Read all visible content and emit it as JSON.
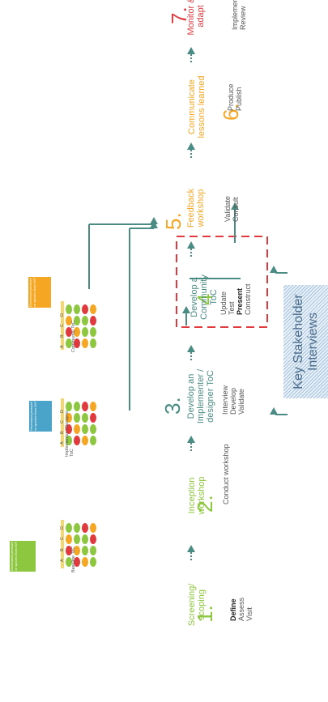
{
  "colors": {
    "green": "#8dc63f",
    "teal": "#4a8c84",
    "red": "#e0393e",
    "orange": "#f5a623",
    "blue": "#4aa3c8",
    "stripe": "#a8c4dc"
  },
  "steps": [
    {
      "number": "1.",
      "title_lines": [
        "Screening/",
        "scoping"
      ],
      "actions": [
        "Define",
        "Assess",
        "Visit"
      ],
      "bold_action": "Define",
      "color": "#8dc63f"
    },
    {
      "number": "2.",
      "title_lines": [
        "Inception",
        "workshop"
      ],
      "actions": [
        "Conduct workshop"
      ],
      "color": "#8dc63f"
    },
    {
      "number": "3.",
      "title_lines": [
        "Develop an",
        "Implementer /",
        "designer ToC"
      ],
      "actions": [
        "Interview",
        "Develop",
        "Validate"
      ],
      "color": "#4a8c84"
    },
    {
      "number": "4",
      "title_lines": [
        "Develop a",
        "Community",
        "ToC"
      ],
      "actions": [
        "Update",
        "Test",
        "Present",
        "Construct"
      ],
      "bold_action": "Present",
      "color": "#4a8c84"
    },
    {
      "number": "5.",
      "title_lines": [
        "Feedback",
        "workshop"
      ],
      "actions": [
        "Validate",
        "Consult"
      ],
      "color": "#f5a623"
    },
    {
      "number": "6.",
      "title_lines": [
        "Communicate",
        "lessons learned"
      ],
      "actions": [
        "Produce",
        "Publish"
      ],
      "color": "#f5a623"
    },
    {
      "number": "7.",
      "title_lines": [
        "Monitor &",
        "adapt"
      ],
      "actions": [
        "Implement",
        "Review"
      ],
      "color": "#e0393e"
    }
  ],
  "toc_diagrams": [
    {
      "label": "Baseline ToC",
      "goal": "Decreased pressure on species from IWT",
      "header_color": "#8dc63f"
    },
    {
      "label": "Implementer / Designer ToC",
      "goal": "Decreased pressure on species from IWT",
      "header_color": "#4aa3c8"
    },
    {
      "label": "Community ToC",
      "goal": "Decreased pressure on species from IWT",
      "header_color": "#f5a623"
    }
  ],
  "column_letters": [
    "A",
    "B",
    "C",
    "D"
  ],
  "stakeholder_box": {
    "lines": [
      "Key Stakeholder",
      "Interviews"
    ]
  }
}
